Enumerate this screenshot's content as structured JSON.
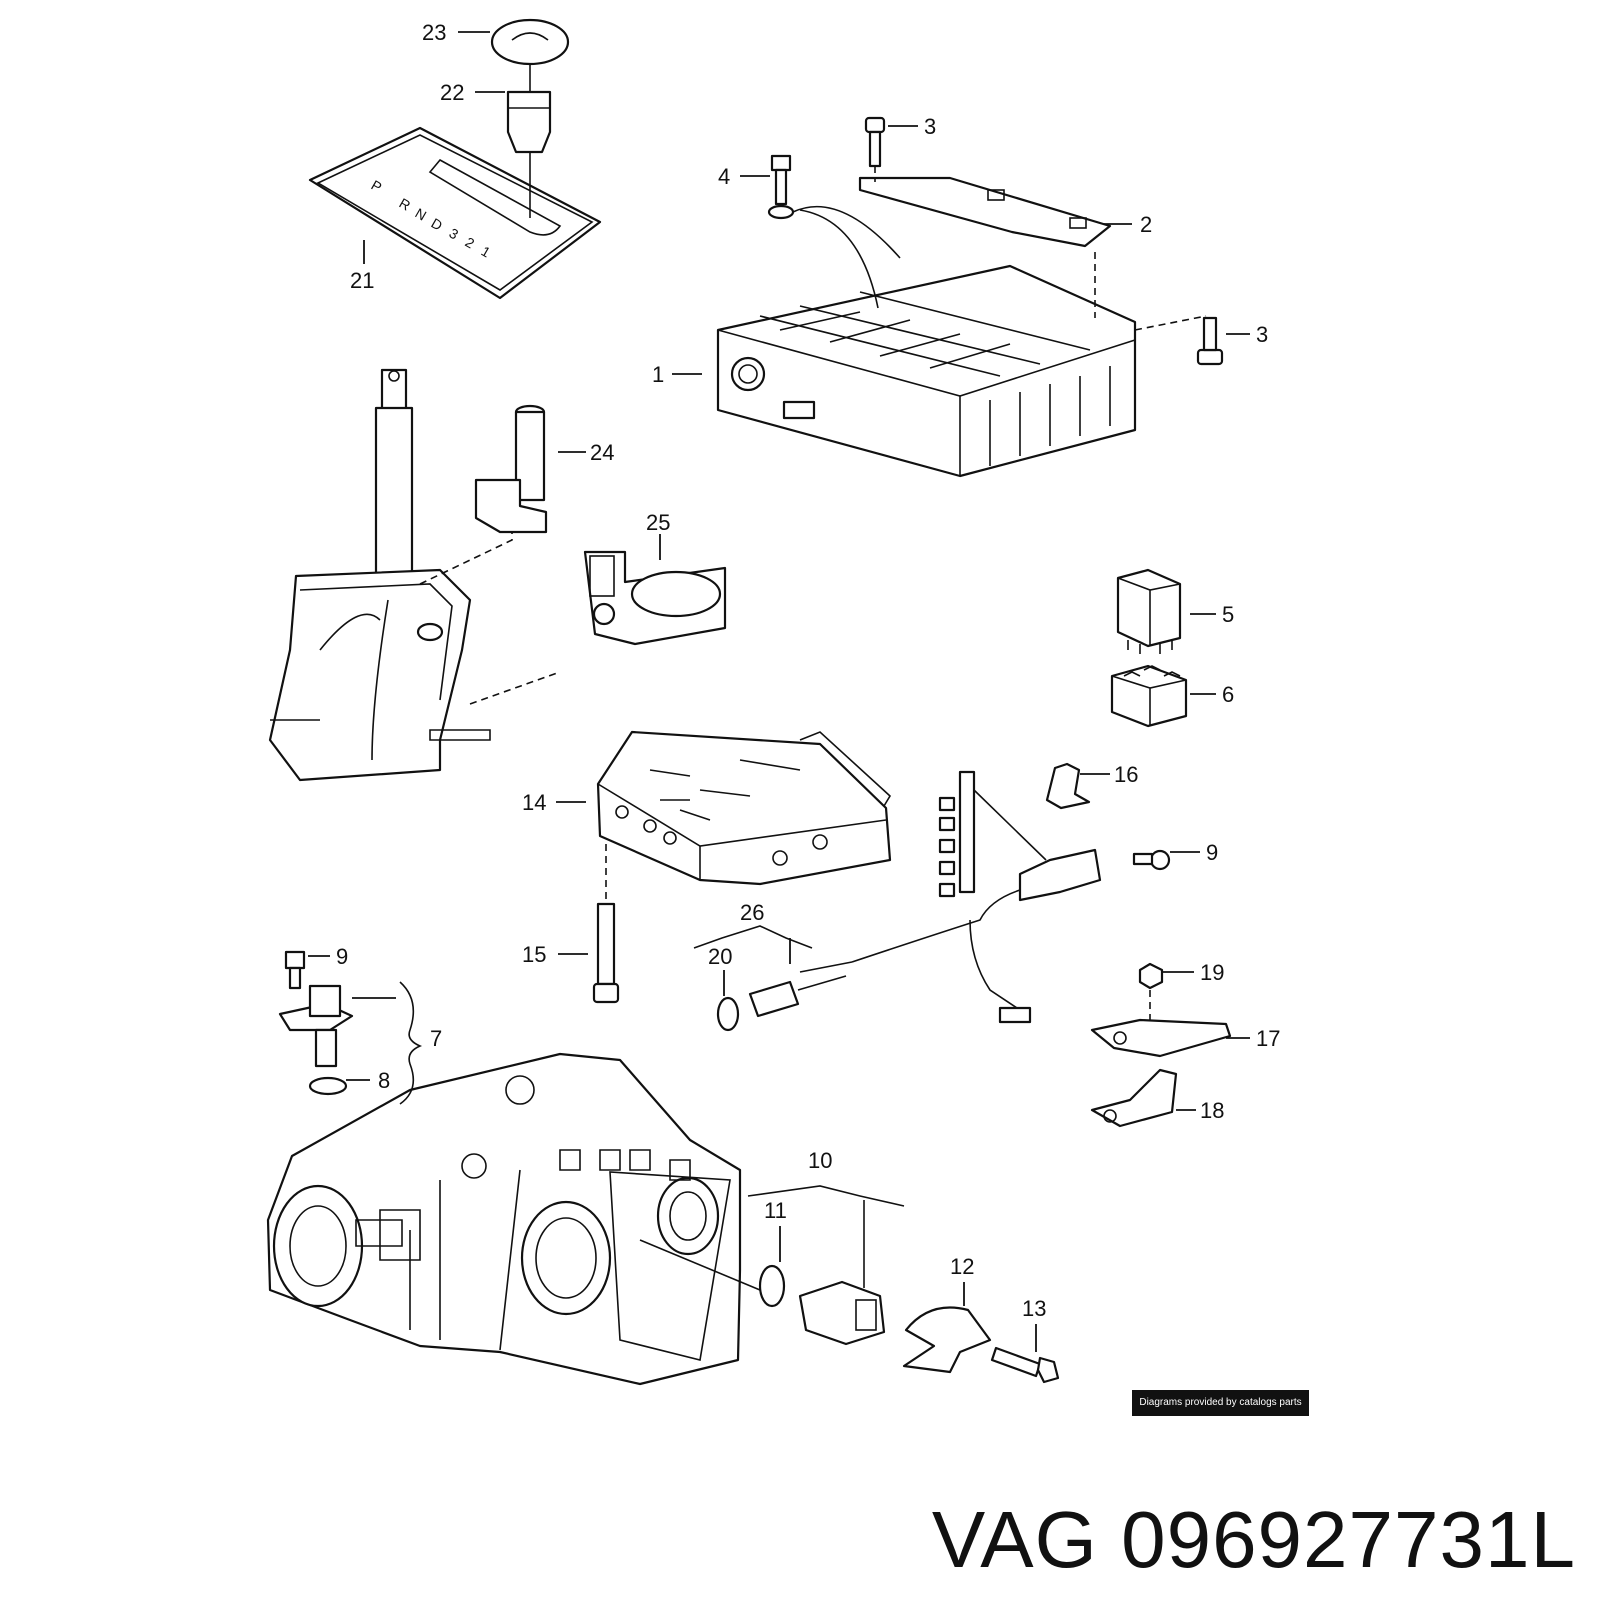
{
  "diagram": {
    "callouts": [
      {
        "id": "c1",
        "label": "1"
      },
      {
        "id": "c2",
        "label": "2"
      },
      {
        "id": "c3a",
        "label": "3"
      },
      {
        "id": "c3b",
        "label": "3"
      },
      {
        "id": "c4",
        "label": "4"
      },
      {
        "id": "c5",
        "label": "5"
      },
      {
        "id": "c6",
        "label": "6"
      },
      {
        "id": "c7",
        "label": "7"
      },
      {
        "id": "c8",
        "label": "8"
      },
      {
        "id": "c9a",
        "label": "9"
      },
      {
        "id": "c9b",
        "label": "9"
      },
      {
        "id": "c10",
        "label": "10"
      },
      {
        "id": "c11",
        "label": "11"
      },
      {
        "id": "c12",
        "label": "12"
      },
      {
        "id": "c13",
        "label": "13"
      },
      {
        "id": "c14",
        "label": "14"
      },
      {
        "id": "c15",
        "label": "15"
      },
      {
        "id": "c16",
        "label": "16"
      },
      {
        "id": "c17",
        "label": "17"
      },
      {
        "id": "c18",
        "label": "18"
      },
      {
        "id": "c19",
        "label": "19"
      },
      {
        "id": "c20",
        "label": "20"
      },
      {
        "id": "c21",
        "label": "21"
      },
      {
        "id": "c22",
        "label": "22"
      },
      {
        "id": "c23",
        "label": "23"
      },
      {
        "id": "c24",
        "label": "24"
      },
      {
        "id": "c25",
        "label": "25"
      },
      {
        "id": "c26",
        "label": "26"
      }
    ],
    "gear_positions": [
      "P",
      "R",
      "N",
      "D",
      "3",
      "2",
      "1"
    ]
  },
  "credit": "Diagrams provided by catalogs parts",
  "part_number": "VAG 096927731L"
}
